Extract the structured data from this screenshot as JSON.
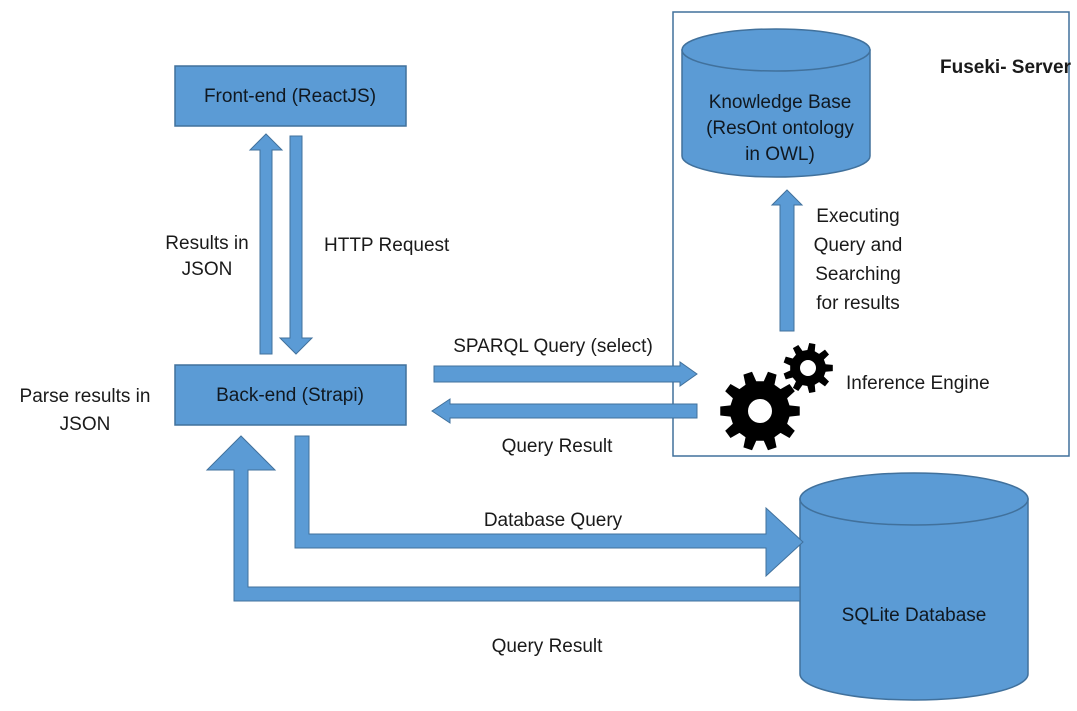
{
  "server": {
    "title": "Fuseki- Server"
  },
  "nodes": {
    "frontend": {
      "label": "Front-end (ReactJS)"
    },
    "backend": {
      "label": "Back-end (Strapi)"
    },
    "knowledge_base": {
      "lines": [
        "Knowledge Base",
        "(ResOnt ontology",
        "in OWL)"
      ]
    },
    "sqlite": {
      "label": "SQLite Database"
    },
    "inference": {
      "label": "Inference Engine"
    }
  },
  "edges": {
    "results_json": {
      "lines": [
        "Results in",
        "JSON"
      ]
    },
    "http_request": {
      "label": "HTTP Request"
    },
    "parse_results": {
      "lines": [
        "Parse results in",
        "JSON"
      ]
    },
    "sparql_query": {
      "label": "SPARQL Query (select)"
    },
    "query_result_sparql": {
      "label": "Query Result"
    },
    "executing_query": {
      "lines": [
        "Executing",
        "Query and",
        "Searching",
        "for results"
      ]
    },
    "database_query": {
      "label": "Database Query"
    },
    "query_result_db": {
      "label": "Query Result"
    }
  },
  "colors": {
    "box_fill": "#5b9bd5",
    "box_stroke": "#41719c",
    "arrow_fill": "#5b9bd5",
    "gear": "#000000",
    "server_border": "#41719c"
  }
}
